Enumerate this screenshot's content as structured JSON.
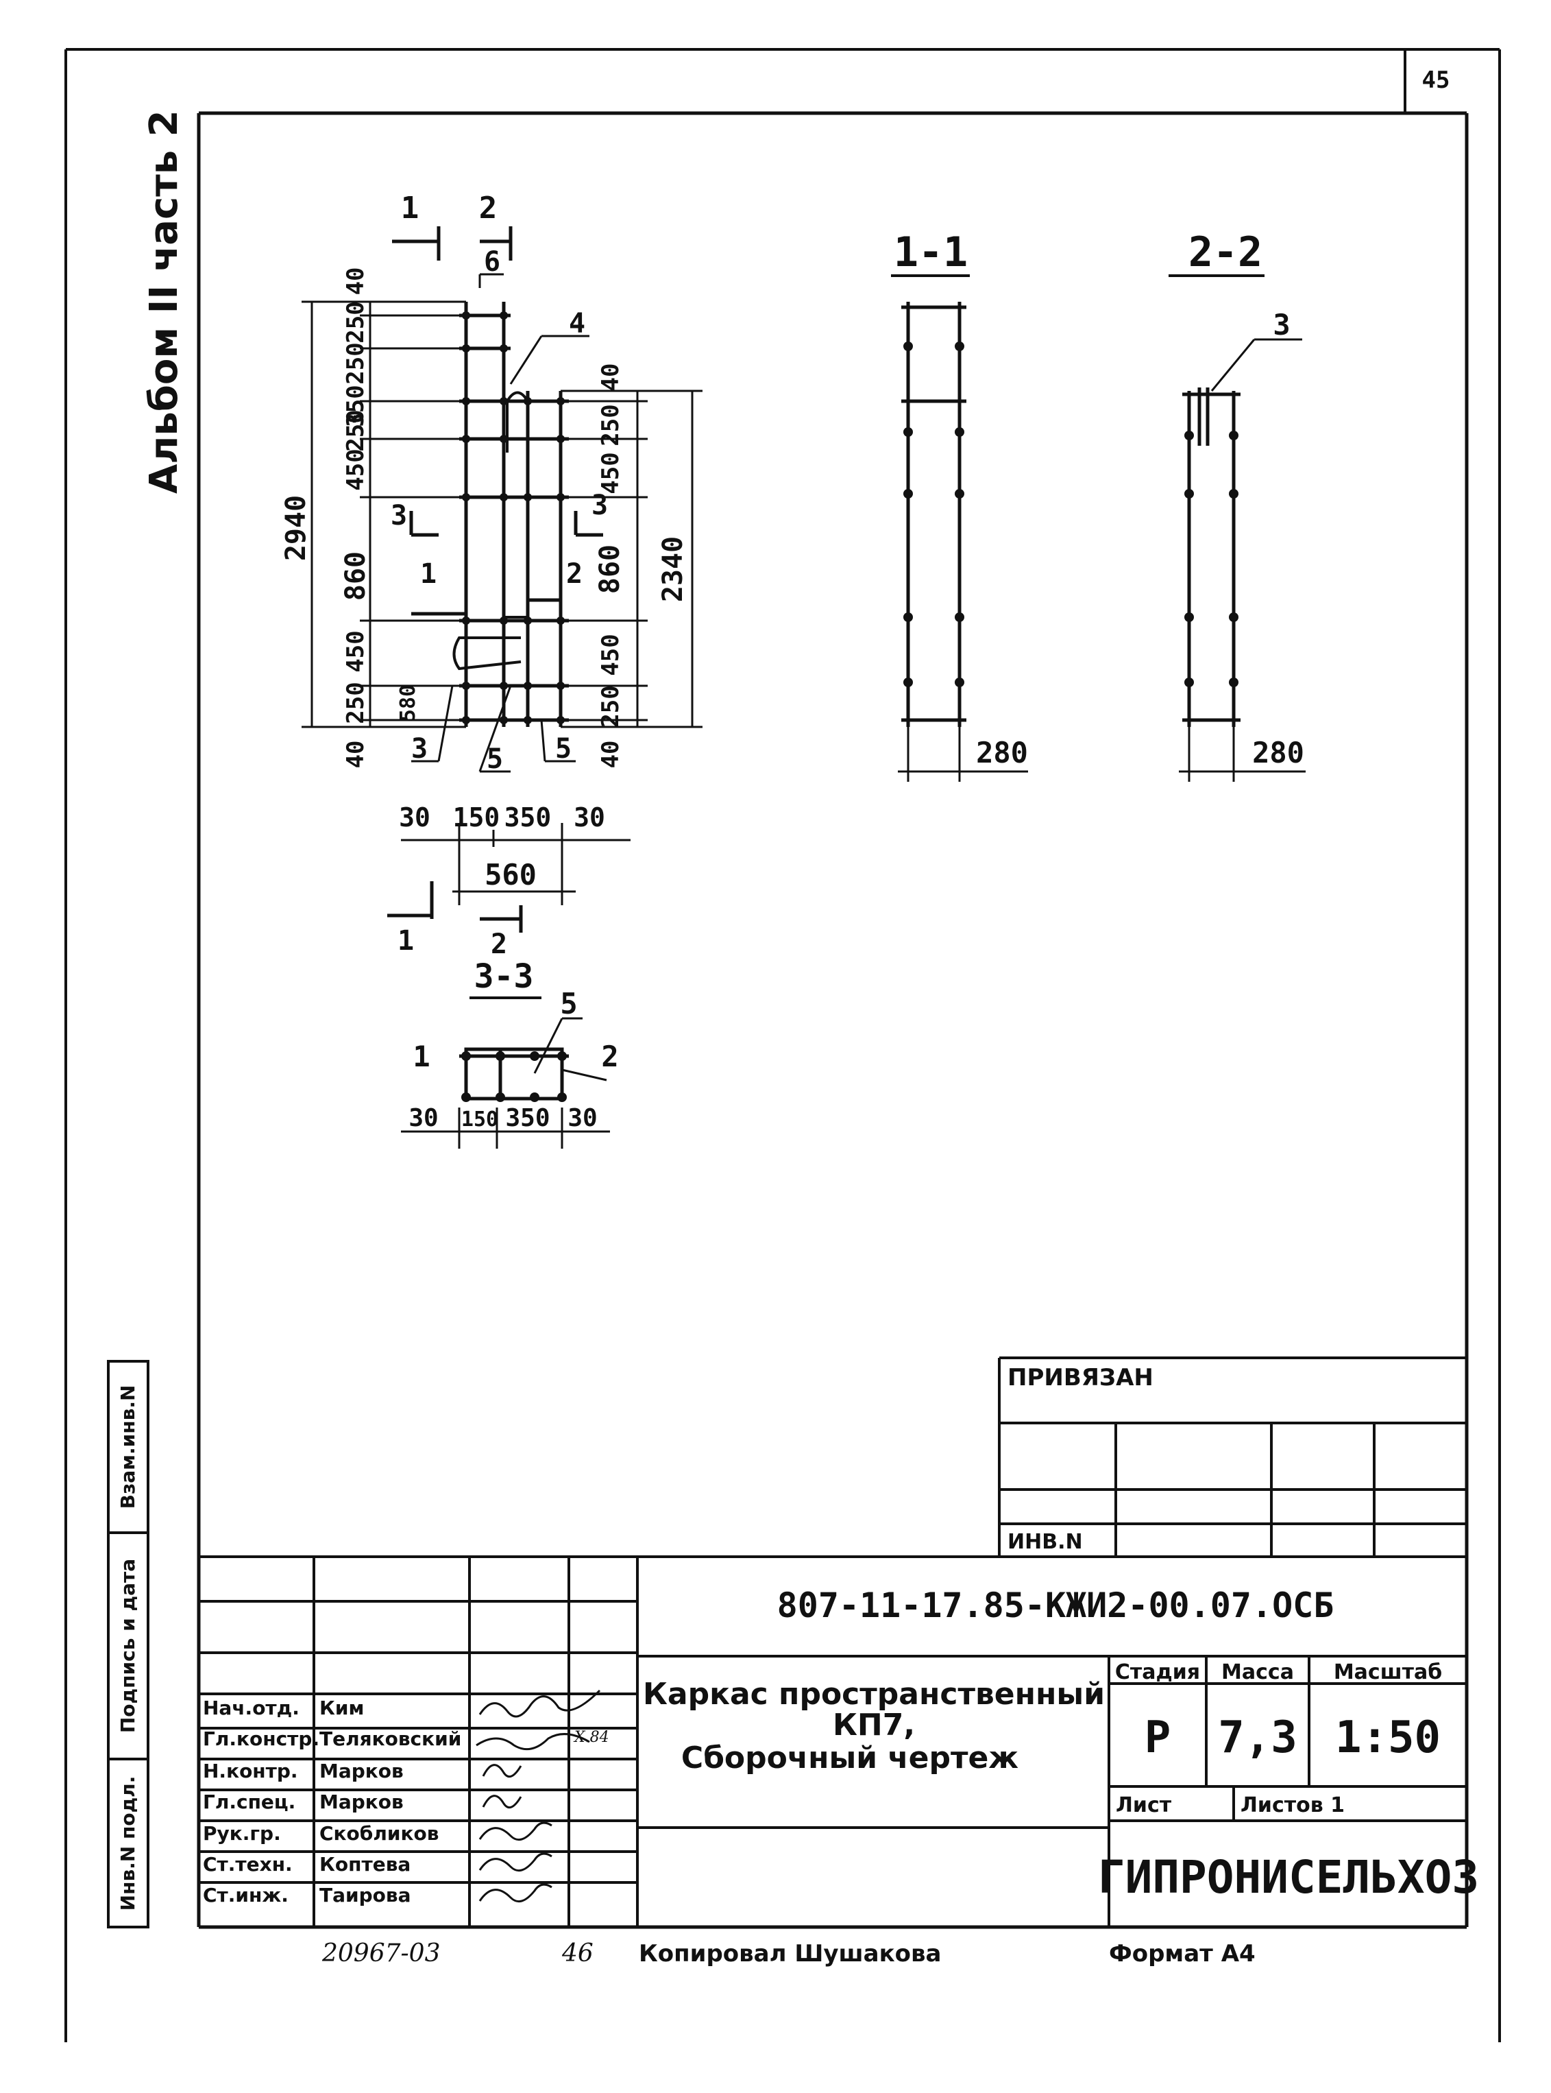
{
  "page_number": "45",
  "side_header": "Альбом II часть 2",
  "views": {
    "section_1_1": "1-1",
    "section_2_2": "2-2",
    "section_3_3": "3-3"
  },
  "elevation": {
    "cut_marks": {
      "left": "1",
      "right": "2",
      "mid_left": "3",
      "mid_right": "3",
      "bottom_left": "1",
      "bottom_right": "2"
    },
    "pos_labels": {
      "p6": "6",
      "p4": "4",
      "p3": "3",
      "p5a": "5",
      "p5b": "5"
    },
    "left_dims": [
      "40",
      "250",
      "250",
      "350",
      "250",
      "450",
      "860",
      "450",
      "250",
      "40"
    ],
    "left_total": "2940",
    "right_dims": [
      "40",
      "250",
      "450",
      "860",
      "450",
      "250",
      "40"
    ],
    "right_total": "2340",
    "loop_dim": "580"
  },
  "plan_dims": {
    "a": "30",
    "b": "150",
    "c": "350",
    "d": "30",
    "total": "560",
    "mark1": "1",
    "mark2": "2"
  },
  "section_1_1": {
    "width": "280"
  },
  "section_2_2": {
    "width": "280",
    "pos": "3"
  },
  "section_3_3": {
    "pos1": "1",
    "pos2": "2",
    "pos5": "5",
    "dims": [
      "30",
      "150",
      "350",
      "30"
    ]
  },
  "side_stamps": [
    "Инв.N подл.",
    "Подпись и дата",
    "Взам.инв.N"
  ],
  "binding_block": {
    "title": "ПРИВЯЗАН",
    "inv": "ИНВ.N"
  },
  "title_block": {
    "code": "807-11-17.85-КЖИ2-00.07.ОСБ",
    "title_lines": [
      "Каркас пространственный",
      "КП7,",
      "Сборочный чертеж"
    ],
    "stage_label": "Стадия",
    "mass_label": "Масса",
    "scale_label": "Масштаб",
    "stage": "Р",
    "mass": "7,3",
    "scale": "1:50",
    "sheet_label": "Лист",
    "sheets_label": "Листов 1",
    "org": "ГИПРОНИСЕЛЬХОЗ",
    "date_note": "Х.84",
    "staff": [
      {
        "role": "Нач.отд.",
        "name": "Ким"
      },
      {
        "role": "Гл.констр.",
        "name": "Теляковский"
      },
      {
        "role": "Н.контр.",
        "name": "Марков"
      },
      {
        "role": "Гл.спец.",
        "name": "Марков"
      },
      {
        "role": "Рук.гр.",
        "name": "Скобликов"
      },
      {
        "role": "Ст.техн.",
        "name": "Коптева"
      },
      {
        "role": "Ст.инж.",
        "name": "Таирова"
      }
    ]
  },
  "footer": {
    "ref": "20967-03",
    "page": "46",
    "copied": "Копировал Шушакова",
    "format": "Формат А4"
  }
}
